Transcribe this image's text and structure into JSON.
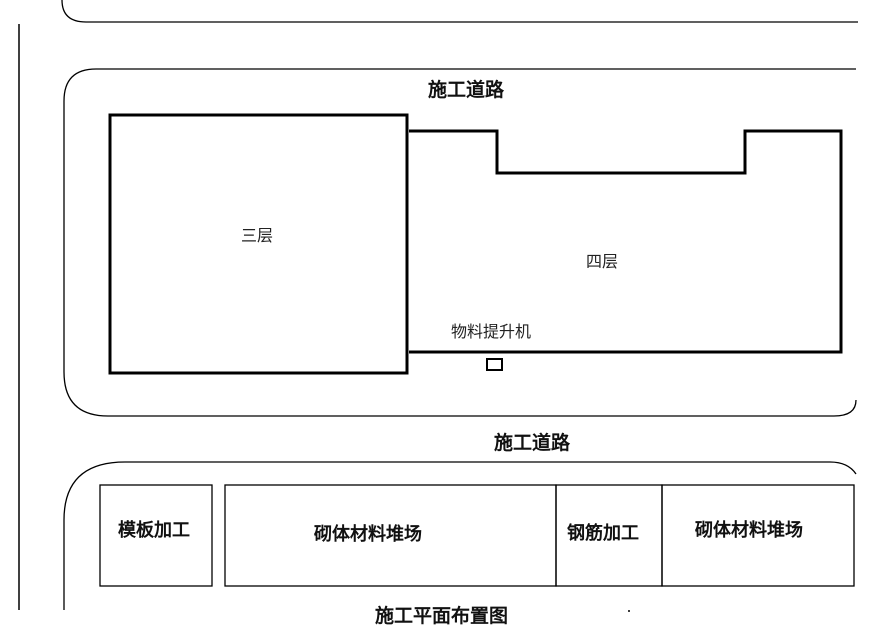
{
  "roads": {
    "top_label": "施工道路",
    "middle_label": "施工道路"
  },
  "buildings": {
    "three_floor": "三层",
    "four_floor": "四层"
  },
  "hoist": {
    "label": "物料提升机"
  },
  "yards": [
    {
      "label": "模板加工"
    },
    {
      "label": "砌体材料堆场"
    },
    {
      "label": "钢筋加工"
    },
    {
      "label": "砌体材料堆场"
    }
  ],
  "caption": "施工平面布置图"
}
